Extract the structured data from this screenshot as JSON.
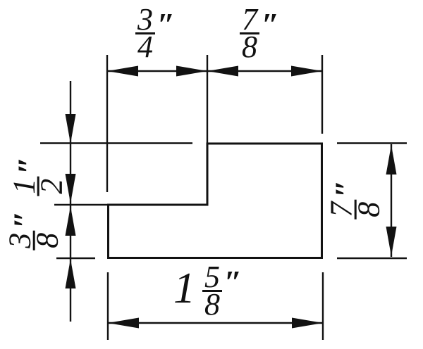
{
  "drawing": {
    "dims": {
      "top_left": {
        "num": "3",
        "den": "4",
        "unit": "″"
      },
      "top_right": {
        "num": "7",
        "den": "8",
        "unit": "″"
      },
      "left_upper": {
        "num": "1",
        "den": "2",
        "unit": "″"
      },
      "left_lower": {
        "num": "3",
        "den": "8",
        "unit": "″"
      },
      "right": {
        "num": "7",
        "den": "8",
        "unit": "″"
      },
      "bottom": {
        "whole": "1",
        "num": "5",
        "den": "8",
        "unit": "″"
      }
    }
  },
  "colors": {
    "line": "#121212",
    "background": "#ffffff"
  }
}
